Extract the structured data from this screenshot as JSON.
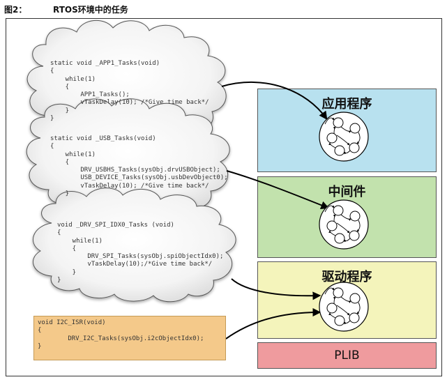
{
  "figure": {
    "number": "图2：",
    "title": "RTOS环境中的任务"
  },
  "layers": {
    "application": "应用程序",
    "middleware": "中间件",
    "drivers": "驱动程序",
    "plib": "PLIB"
  },
  "clouds": {
    "app_tasks": [
      "static void _APP1_Tasks(void)",
      "{",
      "    while(1)",
      "    {",
      "        APP1_Tasks();",
      "        vTaskDelay(10); /*Give time back*/",
      "    }",
      "}"
    ],
    "usb_tasks": [
      "static void _USB_Tasks(void)",
      "{",
      "    while(1)",
      "    {",
      "        DRV_USBHS_Tasks(sysObj.drvUSBObject);",
      "        USB_DEVICE_Tasks(sysObj.usbDevObject0);",
      "        vTaskDelay(10); /*Give time back*/",
      "    }"
    ],
    "spi_tasks": [
      "void _DRV_SPI_IDX0_Tasks (void)",
      "{",
      "    while(1)",
      "    {",
      "        DRV_SPI_Tasks(sysObj.spiObjectIdx0);",
      "        vTaskDelay(10);/*Give time back*/",
      "    }",
      "}"
    ]
  },
  "isr": [
    "void I2C_ISR(void)",
    "{",
    "        DRV_I2C_Tasks(sysObj.i2cObjectIdx0);",
    "}"
  ],
  "colors": {
    "application": "#b8e1ef",
    "middleware": "#c2e2ad",
    "drivers": "#f4f4bb",
    "plib": "#ef9b9e",
    "isr": "#f4c98a"
  }
}
